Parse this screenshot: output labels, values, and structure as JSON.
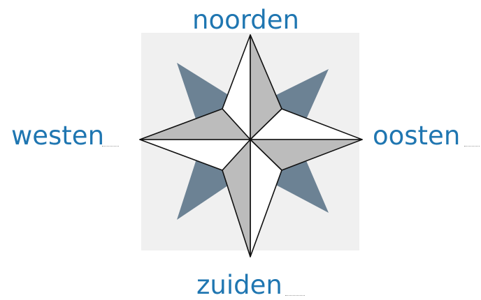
{
  "labels": {
    "north": "noorden",
    "west": "westen",
    "east": "oosten",
    "south": "zuiden"
  },
  "colors": {
    "label_text": "#1f76b1",
    "background_square": "#f0f0f0",
    "diagonal_points": "#6c8294",
    "light_face": "#ffffff",
    "shaded_face": "#bcbcbc",
    "outline": "#111111"
  },
  "icon": "compass-rose-icon"
}
